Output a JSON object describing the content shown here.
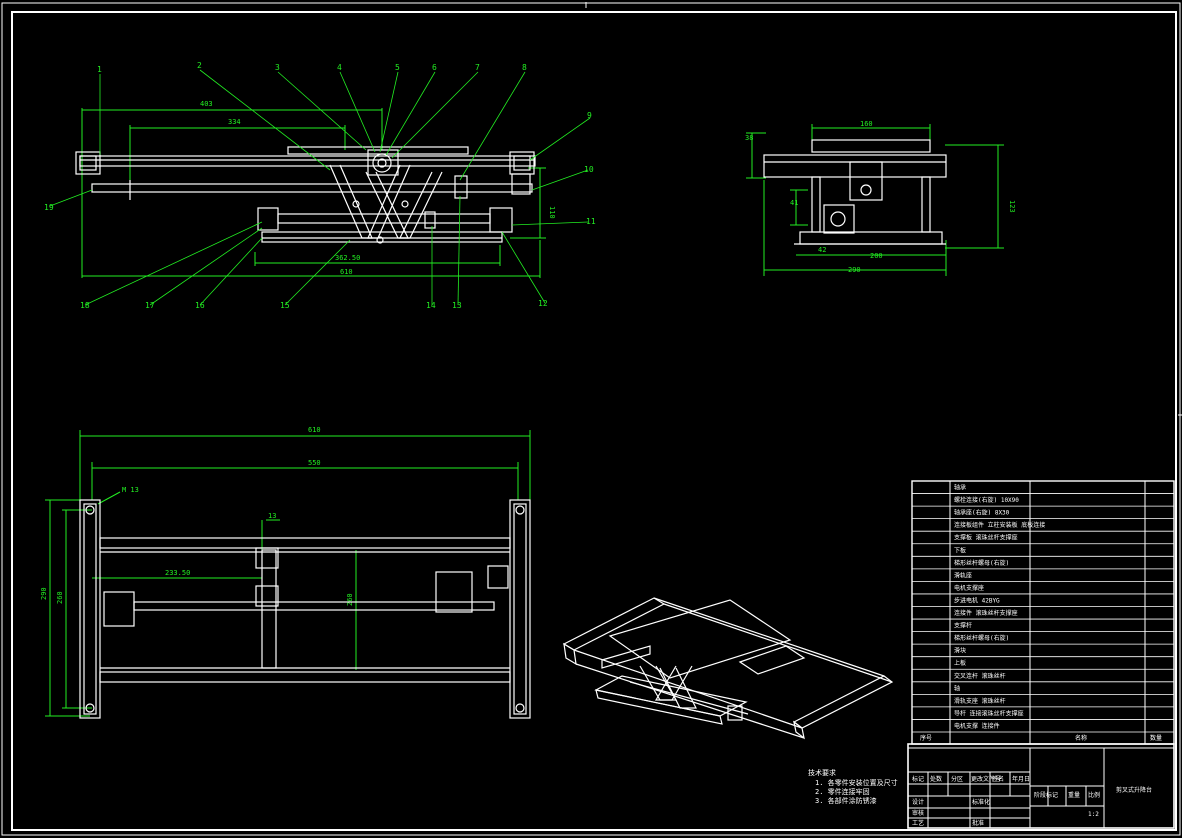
{
  "colors": {
    "background": "#000000",
    "frame": "#ffffff",
    "dimension": "#22ee22",
    "leader": "#22ee22",
    "part": "#ffffff",
    "table": "#ffffff",
    "accent_yellow": "#ffdd55",
    "accent_cyan": "#44dddd"
  },
  "front_view": {
    "balloons": [
      "1",
      "2",
      "3",
      "4",
      "5",
      "6",
      "7",
      "8",
      "9",
      "10",
      "11",
      "12",
      "13",
      "14",
      "15",
      "16",
      "17",
      "18",
      "19"
    ],
    "dims": {
      "overall_top": "403",
      "inner_top": "334",
      "right_height": "110",
      "bottom_span": "362.50",
      "overall_bottom": "610"
    }
  },
  "side_view": {
    "dims": {
      "top_width": "160",
      "left_height": "38",
      "right_height": "123",
      "inner_height": "41",
      "small_left": "42",
      "bottom_mid": "200",
      "bottom_overall": "290"
    }
  },
  "top_view": {
    "dims": {
      "overall": "610",
      "inner": "550",
      "left_outer": "290",
      "left_inner": "260",
      "offset": "233.50",
      "slot": "13",
      "hole": "M 13",
      "center_height": "260"
    }
  },
  "notes": {
    "title": "技术要求",
    "items": [
      "1. 各零件安装位置及尺寸",
      "2. 零件连接牢固",
      "3. 各部件涂防锈漆"
    ]
  },
  "bom": {
    "rows": [
      {
        "no": "",
        "name": "轴承",
        "qty": ""
      },
      {
        "no": "",
        "name": "螺栓连接(右旋) 10X90",
        "qty": ""
      },
      {
        "no": "",
        "name": "轴承座(右旋) 8X30",
        "qty": ""
      },
      {
        "no": "",
        "name": "连接板组件 立柱安装板 底板连接",
        "qty": ""
      },
      {
        "no": "",
        "name": "支撑板 滚珠丝杆支撑座",
        "qty": ""
      },
      {
        "no": "",
        "name": "下板",
        "qty": ""
      },
      {
        "no": "",
        "name": "梯形丝杆螺母(右旋)",
        "qty": ""
      },
      {
        "no": "",
        "name": "滑轨座",
        "qty": ""
      },
      {
        "no": "",
        "name": "电机支撑座",
        "qty": ""
      },
      {
        "no": "",
        "name": "步进电机 42BYG",
        "qty": ""
      },
      {
        "no": "",
        "name": "连接件 滚珠丝杆支撑座",
        "qty": ""
      },
      {
        "no": "",
        "name": "支撑杆",
        "qty": ""
      },
      {
        "no": "",
        "name": "梯形丝杆螺母(右旋)",
        "qty": ""
      },
      {
        "no": "",
        "name": "滑块",
        "qty": ""
      },
      {
        "no": "",
        "name": "上板",
        "qty": ""
      },
      {
        "no": "",
        "name": "交叉连杆 滚珠丝杆",
        "qty": ""
      },
      {
        "no": "",
        "name": "轴",
        "qty": ""
      },
      {
        "no": "",
        "name": "滑轨支座 滚珠丝杆",
        "qty": ""
      },
      {
        "no": "",
        "name": "导杆 连接滚珠丝杆支撑座",
        "qty": ""
      },
      {
        "no": "",
        "name": "电机支撑 连接件",
        "qty": ""
      }
    ],
    "header": {
      "no": "序号",
      "name": "名称",
      "qty": "数量"
    },
    "title_block": {
      "drawing_title": "剪叉式升降台",
      "labels": [
        "标记",
        "处数",
        "分区",
        "更改文件号",
        "签名",
        "年月日",
        "设计",
        "标准化",
        "审核",
        "工艺",
        "批准",
        "阶段标记",
        "重量",
        "比例"
      ],
      "scale": "1:2"
    }
  }
}
